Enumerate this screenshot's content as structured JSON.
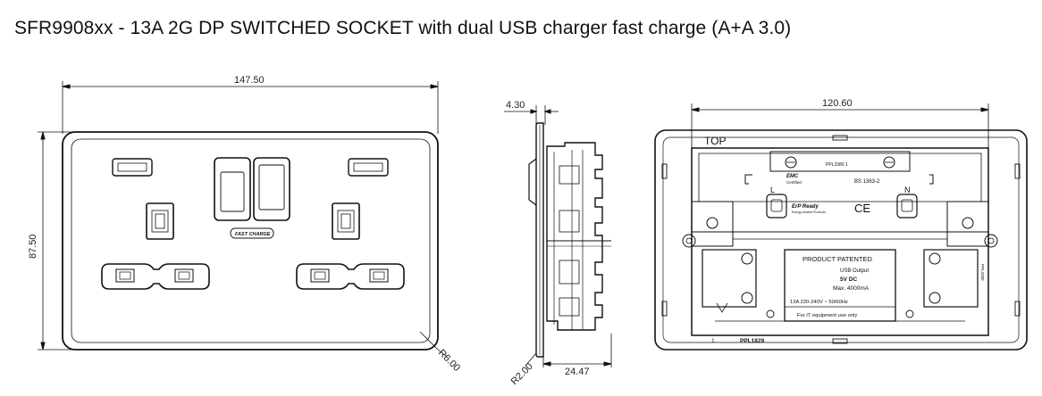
{
  "title": "SFR9908xx - 13A 2G DP SWITCHED SOCKET  with dual USB charger fast charge (A+A 3.0)",
  "front_view": {
    "width_dim": "147.50",
    "height_dim": "87.50",
    "radius_dim": "R6.00",
    "fast_charge_label": "FAST CHARGE"
  },
  "side_view": {
    "plate_thickness_dim": "4.30",
    "depth_dim": "24.47",
    "radius_dim": "R2.00"
  },
  "rear_view": {
    "width_dim": "120.60",
    "top_label": "TOP",
    "ppl_top": "PPL3380  1",
    "emc": "EMC",
    "emc_sub": "Certified",
    "bs": "BS 1363-2",
    "live": "L",
    "neutral": "N",
    "erp": "ErP Ready",
    "erp_sub": "Energy-related Products",
    "ce": "CE",
    "product_patented": "PRODUCT PATENTED",
    "usb_output": "USB Output",
    "dc": "5V DC",
    "max": "Max. 4000mA",
    "rating": "13A  220-240V ~  50/60Hz",
    "it_note": "For IT equipment use  only",
    "bottom_left": "1",
    "bottom_ppl": "PPL1829",
    "side_ppl": "PPL3380"
  }
}
